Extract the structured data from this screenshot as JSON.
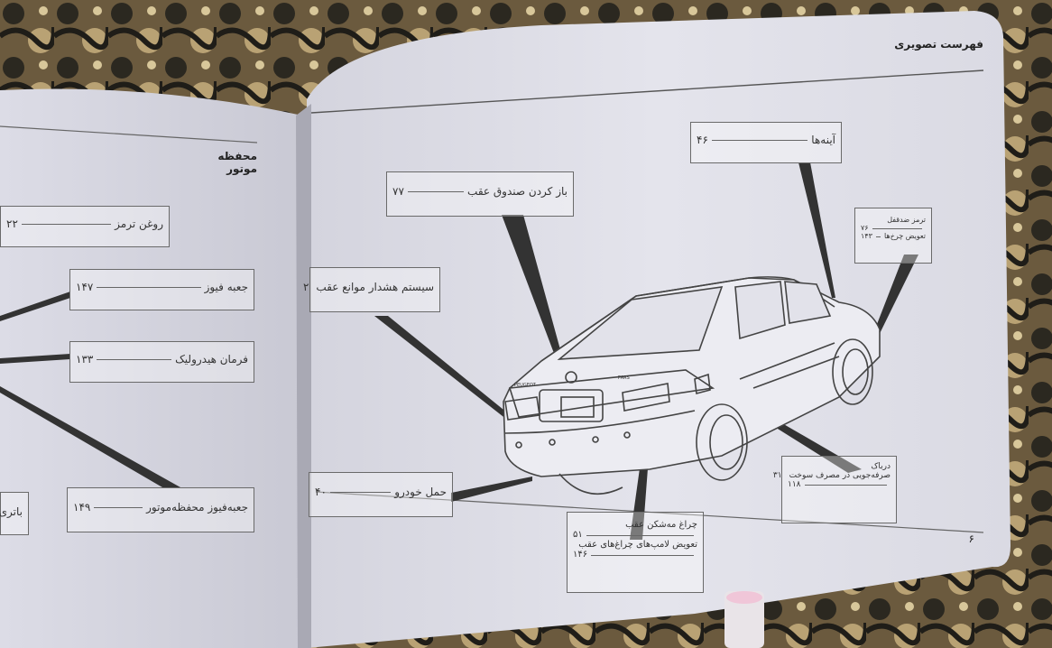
{
  "left_page": {
    "heading": "محفظه موتور",
    "labels": [
      {
        "text": "روغن ترمز",
        "page": "۲۲"
      },
      {
        "text": "جعبه فیوز",
        "page": "۱۴۷"
      },
      {
        "text": "فرمان هیدرولیک",
        "page": "۱۳۳"
      },
      {
        "text": "جعبه‌فیوز محفظه‌موتور",
        "page": "۱۴۹"
      },
      {
        "text": "باتری",
        "page": ""
      }
    ]
  },
  "right_page": {
    "heading": "فهرست تصویری",
    "page_number": "۶",
    "labels": [
      {
        "text": "آینه‌ها",
        "page": "۴۶"
      },
      {
        "text": "باز کردن صندوق عقب",
        "page": "۷۷"
      },
      {
        "text": "سیستم هشدار موانع عقب",
        "page": "۲"
      },
      {
        "text": "حمل خودرو",
        "page": "۴۰"
      }
    ],
    "tire_box": [
      {
        "text": "ترمز ضدقفل",
        "page": "۷۶"
      },
      {
        "text": "تعویض چرخ‌ها",
        "page": "۱۴۳"
      }
    ],
    "fuel_box": [
      {
        "text": "درباک",
        "page": ""
      },
      {
        "text": "صرفه‌جویی در مصرف سوخت",
        "page": "۳۱"
      },
      {
        "text": "",
        "page": "۱۱۸"
      }
    ],
    "lamp_box": [
      {
        "text": "چراغ مه‌شکن عقب",
        "page": "۵۱"
      },
      {
        "text": "تعویض لامپ‌های چراغ‌های عقب",
        "page": "۱۴۶"
      }
    ]
  },
  "car_badges": {
    "brand": "PEUGEOT",
    "model": "PARS"
  }
}
